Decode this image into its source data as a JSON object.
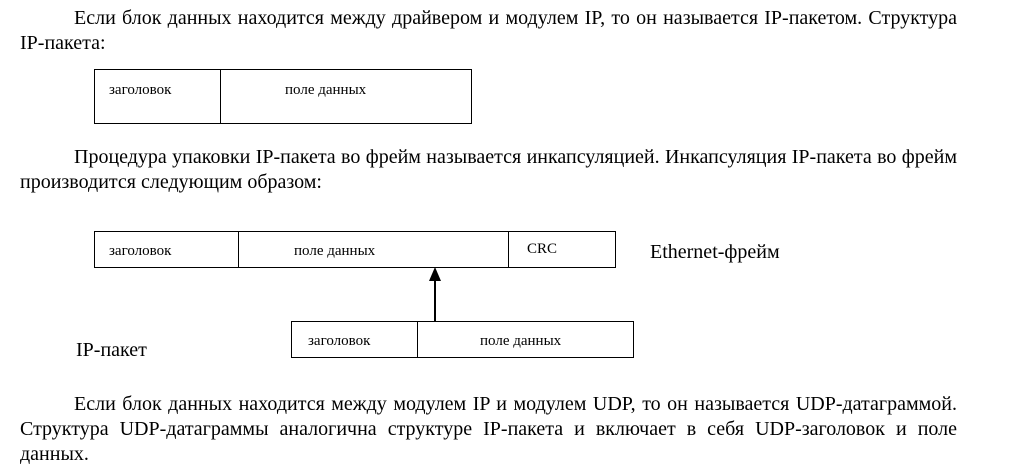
{
  "paragraph1": {
    "text": "Если блок данных находится между драйвером и модулем IP, то он называется IP-пакетом. Структура IP-пакета:"
  },
  "ip_packet_structure": {
    "header": "заголовок",
    "data": "поле данных"
  },
  "paragraph2": {
    "text": "Процедура упаковки IP-пакета во фрейм называется инкапсуляцией. Инкапсуляция IP-пакета во фрейм производится следующим образом:"
  },
  "encapsulation_diagram": {
    "ethernet_frame": {
      "header": "заголовок",
      "data": "поле данных",
      "crc": "CRC",
      "label": "Ethernet-фрейм"
    },
    "ip_packet": {
      "header": "заголовок",
      "data": "поле данных",
      "label": "IP-пакет"
    }
  },
  "paragraph3": {
    "text": "Если блок данных находится между модулем IP и модулем UDP, то он называется UDP-датаграммой. Структура UDP-датаграммы аналогична структуре IP-пакета и включает в себя UDP-заголовок и поле данных."
  }
}
